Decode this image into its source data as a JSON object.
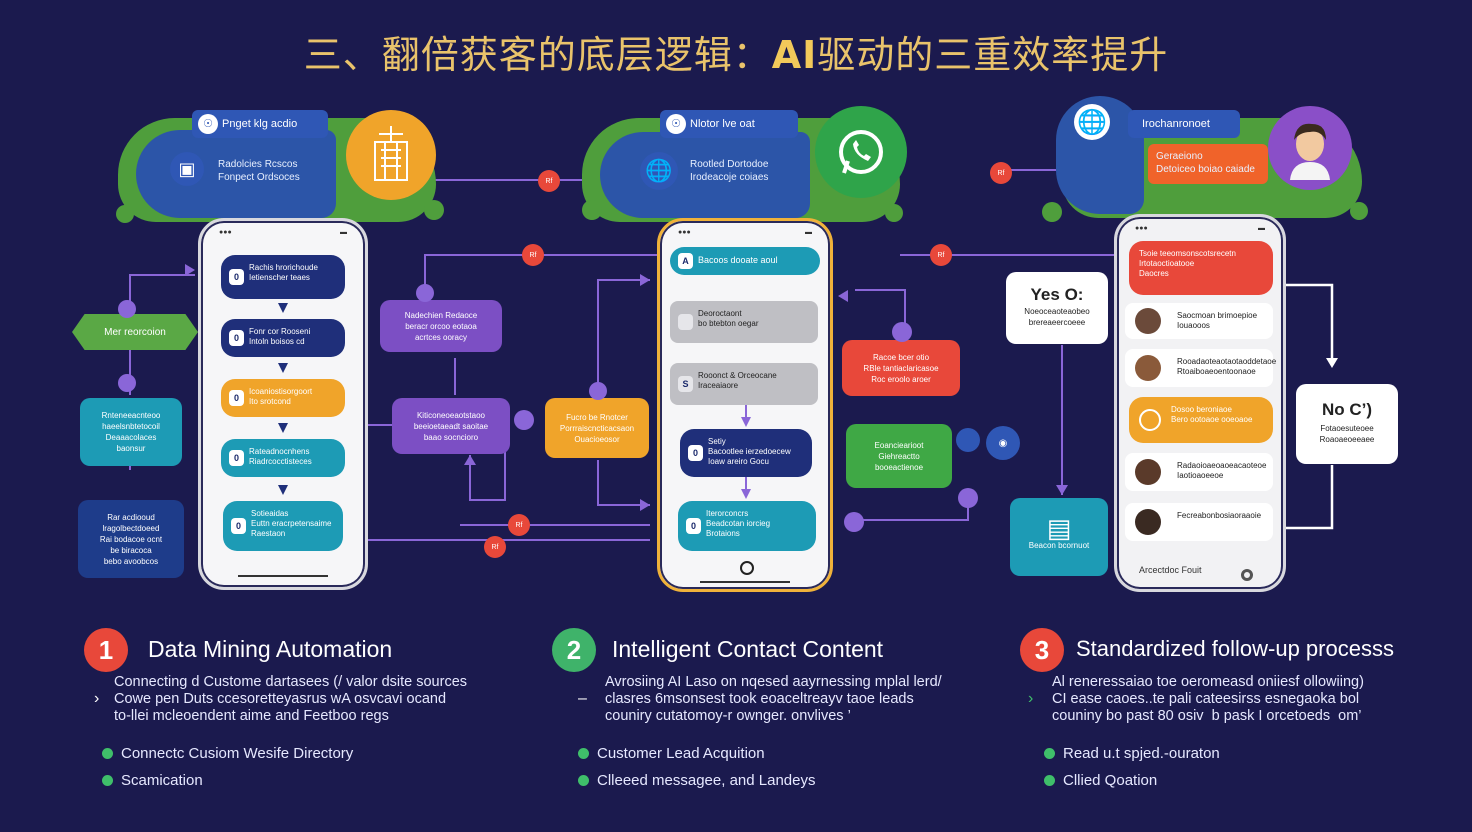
{
  "title": {
    "part1": "三、翻倍获客的底层逻辑：",
    "part2": "AI",
    "part3": "驱动的三重效率提升"
  },
  "panels": [
    {
      "tag": "Pnget klg acdio",
      "sub": "Radolcies Rcscos\nFonpect Ordsoces",
      "circle_label": "",
      "phone_cards": [
        {
          "num": "0",
          "text": "Rachis hrorichoude\nIetienscher teaes"
        },
        {
          "num": "0",
          "text": "Fonr cor Rooseni\nIntoln boisos cd"
        },
        {
          "num": "0",
          "text": "Icoaniostisorgoort\nIto srotcond"
        },
        {
          "num": "0",
          "text": "Rateadnocnhens\nRiadrcocctisteces"
        },
        {
          "num": "0",
          "text": "Sotieaidas\nEuttn eracrpetensaime\nRaestaon"
        }
      ],
      "side_boxes": [
        {
          "text": "Mer reorcoion"
        },
        {
          "text": "Rnteneeacnteoo\nhaeelsnbtetocoil\nDeaaacolaces\nbaonsur"
        },
        {
          "text": "Rar acdiooud\nlragolbectdoeed\nRai bodacoe ocnt\nbe biracoca\nbebo avoobcos"
        },
        {
          "text": "Nadechien Redaoce\nberacr orcoo eotaoa\nacrtces ooracy"
        },
        {
          "text": "Kiticoneoeaotstaoo\nbeeioetaeadt saoitae\nbaao socncioro"
        }
      ]
    },
    {
      "tag": "Nlotor lve oat",
      "sub": "Rootled Dortodoe\nIrodeacoje coiaes",
      "phone_cards": [
        {
          "num": "A",
          "text": "Bacoos dooate aoul"
        },
        {
          "num": "",
          "text": "Deoroctaont\nbo btebton oegar"
        },
        {
          "num": "S",
          "text": "Rooonct & Orceocane\nIraceaiaore"
        },
        {
          "num": "0",
          "text": "Setiy\nBacootlee ierzedoecew\nIoaw areiro Gocu"
        },
        {
          "num": "0",
          "text": "Iterorconcrs\nBeadcotan iorcieg\nBrotaions"
        }
      ],
      "side_boxes": [
        {
          "text": "Fucro be Rnotcer\nPorrraiscncticacsaon\nOuacioeosor"
        },
        {
          "text": "Racoe bcer otio\nRBle tantiaclaricasoe\nRoc eroolo aroer"
        },
        {
          "text": "Eoanciearioot\nGiehreactto\nbooeactienoe"
        }
      ]
    },
    {
      "tag": "Irochanronoet",
      "sub": "Geraeiono\nDetoiceo boiao caiade",
      "phone_cards": [
        {
          "text": "Tsoie teeomsonscotsrecetn\nIrtotaoctioatooe\nDaocres"
        },
        {
          "text": "Saocmoan brimoepioe\nIouaooos"
        },
        {
          "text": "Rooadaoteaotaotaoddetaoe\nRtoaiboaeoentoonaoe"
        },
        {
          "text": "Dosoo beroniaoe\nBero ootoaoe ooeoaoe"
        },
        {
          "text": "Radaoioaeoaoeacaoteoe\nIaotioaoeeoe"
        },
        {
          "text": "Fecreabonbosiaoraaoie"
        }
      ],
      "footer": "Arcectdoc Fouit",
      "yes_box": {
        "head": "Yes   O:",
        "text": "Noeoceaoteaobeo\nbrereaeercoeee"
      },
      "no_box": {
        "head": "No   C’)",
        "text": "Fotaoesuteoee\nRoaoaeoeeaee"
      },
      "tile": {
        "text": "Beacon bcornuot"
      }
    }
  ],
  "nodes": [
    "Rf",
    "Rf",
    "Rf",
    "Rf",
    "Rf",
    "Rf"
  ],
  "sections": [
    {
      "num": "1",
      "color": "#e8483a",
      "title": "Data Mining Automation",
      "desc": "Connecting d Custome dartasees (/ valor dsite sources\nCowe pen Duts ccesoretteyasrus wA osvcavi ocand\nto-llei mcleoendent aime and Feetboo regs",
      "bullets": [
        "Connectc Cusiom  Wesife  Directory",
        "Scamication"
      ]
    },
    {
      "num": "2",
      "color": "#3fb36a",
      "title": "Intelligent Contact Content",
      "desc": "Avrosiing AI Laso on nqesed aayrnessing mplal lerd/\nclasres 6msonsest took eoaceltreayv taoe leads\ncouniry cutatomoy-r ownger. onvlives ’",
      "bullets": [
        "Customer  Lead Acquition",
        "Clleeed messagee, and Landeys"
      ]
    },
    {
      "num": "3",
      "color": "#e8483a",
      "title": "Standardized follow-up processs",
      "desc": "Al reneressaiao toe oeromeasd oniiesf ollowiing)\nCI ease caoes..te pali cateesirss esnegaoka bol\ncouniny bo past 80 osiv  b pask I orcetoeds  om’",
      "bullets": [
        "Read u.t spjed.-ouraton",
        "Cllied Qoation"
      ]
    }
  ]
}
